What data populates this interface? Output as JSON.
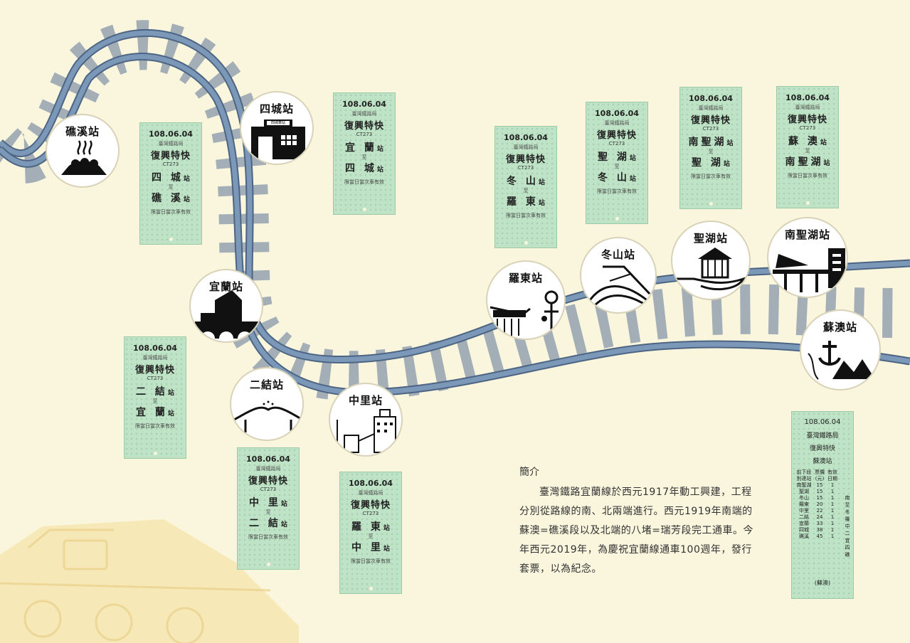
{
  "stations": [
    {
      "id": "jiaoxi",
      "name": "礁溪站"
    },
    {
      "id": "sicheng",
      "name": "四城站",
      "sign": "四城車站"
    },
    {
      "id": "yilan",
      "name": "宜蘭站"
    },
    {
      "id": "erjie",
      "name": "二結站"
    },
    {
      "id": "zhongli",
      "name": "中里站"
    },
    {
      "id": "luodong",
      "name": "羅東站"
    },
    {
      "id": "dongshan",
      "name": "冬山站"
    },
    {
      "id": "shenghu",
      "name": "聖湖站"
    },
    {
      "id": "nanshenghu",
      "name": "南聖湖站"
    },
    {
      "id": "suao",
      "name": "蘇澳站"
    }
  ],
  "tickets": [
    {
      "id": "t1",
      "date": "108.06.04",
      "bureau": "臺灣鐵路局",
      "train": "復興特快",
      "code": "CT273",
      "from": "四 城",
      "to": "礁 溪",
      "station_suffix": "站",
      "to_word": "至",
      "note": "限當日當次車有效"
    },
    {
      "id": "t2",
      "date": "108.06.04",
      "bureau": "臺灣鐵路局",
      "train": "復興特快",
      "code": "CT273",
      "from": "宜 蘭",
      "to": "四 城",
      "station_suffix": "站",
      "to_word": "至",
      "note": "限當日當次車有效"
    },
    {
      "id": "t3",
      "date": "108.06.04",
      "bureau": "臺灣鐵路局",
      "train": "復興特快",
      "code": "CT273",
      "from": "二 結",
      "to": "宜 蘭",
      "station_suffix": "站",
      "to_word": "至",
      "note": "限當日當次車有效"
    },
    {
      "id": "t4",
      "date": "108.06.04",
      "bureau": "臺灣鐵路局",
      "train": "復興特快",
      "code": "CT273",
      "from": "中 里",
      "to": "二 結",
      "station_suffix": "站",
      "to_word": "至",
      "note": "限當日當次車有效"
    },
    {
      "id": "t5",
      "date": "108.06.04",
      "bureau": "臺灣鐵路局",
      "train": "復興特快",
      "code": "CT273",
      "from": "羅 東",
      "to": "中 里",
      "station_suffix": "站",
      "to_word": "至",
      "note": "限當日當次車有效"
    },
    {
      "id": "t6",
      "date": "108.06.04",
      "bureau": "臺灣鐵路局",
      "train": "復興特快",
      "code": "CT273",
      "from": "冬 山",
      "to": "羅 東",
      "station_suffix": "站",
      "to_word": "至",
      "note": "限當日當次車有效"
    },
    {
      "id": "t7",
      "date": "108.06.04",
      "bureau": "臺灣鐵路局",
      "train": "復興特快",
      "code": "CT273",
      "from": "聖 湖",
      "to": "冬 山",
      "station_suffix": "站",
      "to_word": "至",
      "note": "限當日當次車有效"
    },
    {
      "id": "t8",
      "date": "108.06.04",
      "bureau": "臺灣鐵路局",
      "train": "復興特快",
      "code": "CT273",
      "from": "南聖湖",
      "to": "聖 湖",
      "station_suffix": "站",
      "to_word": "至",
      "note": "限當日當次車有效"
    },
    {
      "id": "t9",
      "date": "108.06.04",
      "bureau": "臺灣鐵路局",
      "train": "復興特快",
      "code": "CT273",
      "from": "蘇 澳",
      "to": "南聖湖",
      "station_suffix": "站",
      "to_word": "至",
      "note": "限當日當次車有效"
    }
  ],
  "intro": {
    "heading": "簡介",
    "body": "臺灣鐵路宜蘭線於西元1917年動工興建，工程分別從路線的南、北兩端進行。西元1919年南端的蘇澳=礁溪段以及北端的八堵=瑞芳段完工通車。今年西元2019年，為慶祝宜蘭線通車100週年，發行套票，以為紀念。"
  },
  "fare_ticket": {
    "date": "108.06.04",
    "bureau": "臺灣鐵路局",
    "train": "復興特快",
    "station": "蘇澳站",
    "headers": [
      "前下段別達站",
      "票價(元)",
      "有效日期"
    ],
    "rows": [
      [
        "南聖湖",
        "15",
        "1"
      ],
      [
        "聖湖",
        "15",
        "1"
      ],
      [
        "冬山",
        "15",
        "1"
      ],
      [
        "羅東",
        "20",
        "1"
      ],
      [
        "中里",
        "22",
        "1"
      ],
      [
        "二結",
        "24",
        "1"
      ],
      [
        "宜蘭",
        "33",
        "1"
      ],
      [
        "四城",
        "38",
        "1"
      ],
      [
        "礁溪",
        "45",
        "1"
      ]
    ],
    "vertical": "南至冬羅中二宜四礁",
    "footer": "(蘇澳)"
  },
  "colors": {
    "background": "#faf6de",
    "rail": "#7b98b8",
    "rail_dark": "#4d6583",
    "tie": "#9aa6b3",
    "ticket": "#bfe3c6"
  }
}
